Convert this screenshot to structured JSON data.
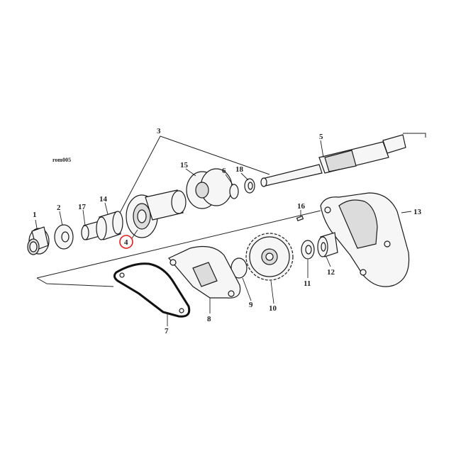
{
  "diagram": {
    "ref_code": "rom005",
    "highlight_color": "#e02020",
    "highlighted_part": "4",
    "callouts": [
      "1",
      "2",
      "3",
      "4",
      "5",
      "6",
      "7",
      "8",
      "9",
      "10",
      "11",
      "12",
      "13",
      "14",
      "15",
      "16",
      "17",
      "18"
    ]
  }
}
